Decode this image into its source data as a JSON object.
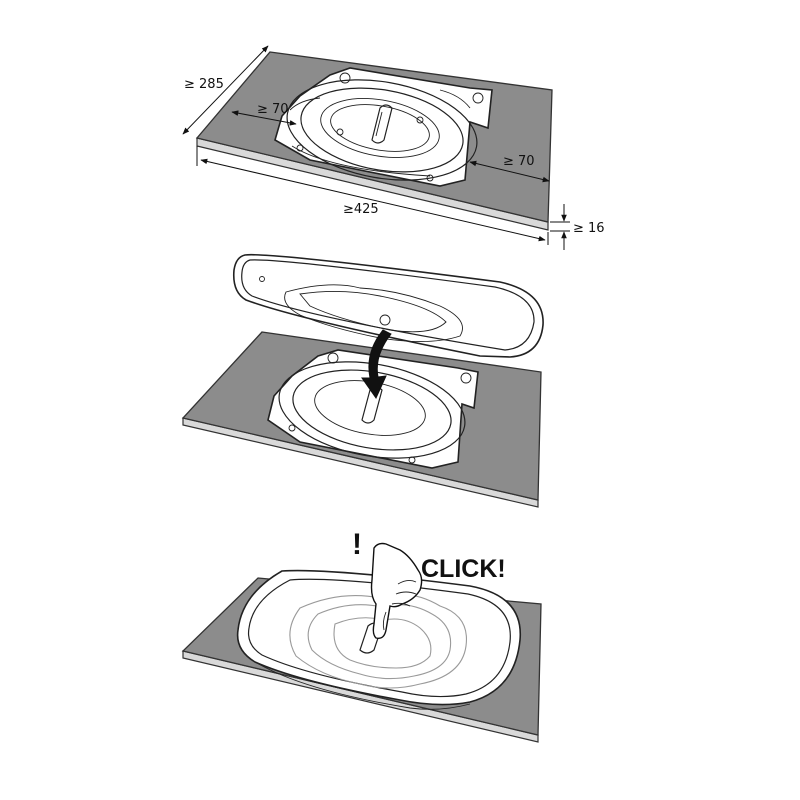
{
  "step1": {
    "dim_depth": "≥ 285",
    "dim_left_margin": "≥ 70",
    "dim_right_margin": "≥ 70",
    "dim_width": "≥425",
    "dim_thickness": "≥ 16"
  },
  "step3": {
    "warning_mark": "!",
    "click_label": "CLICK!"
  }
}
